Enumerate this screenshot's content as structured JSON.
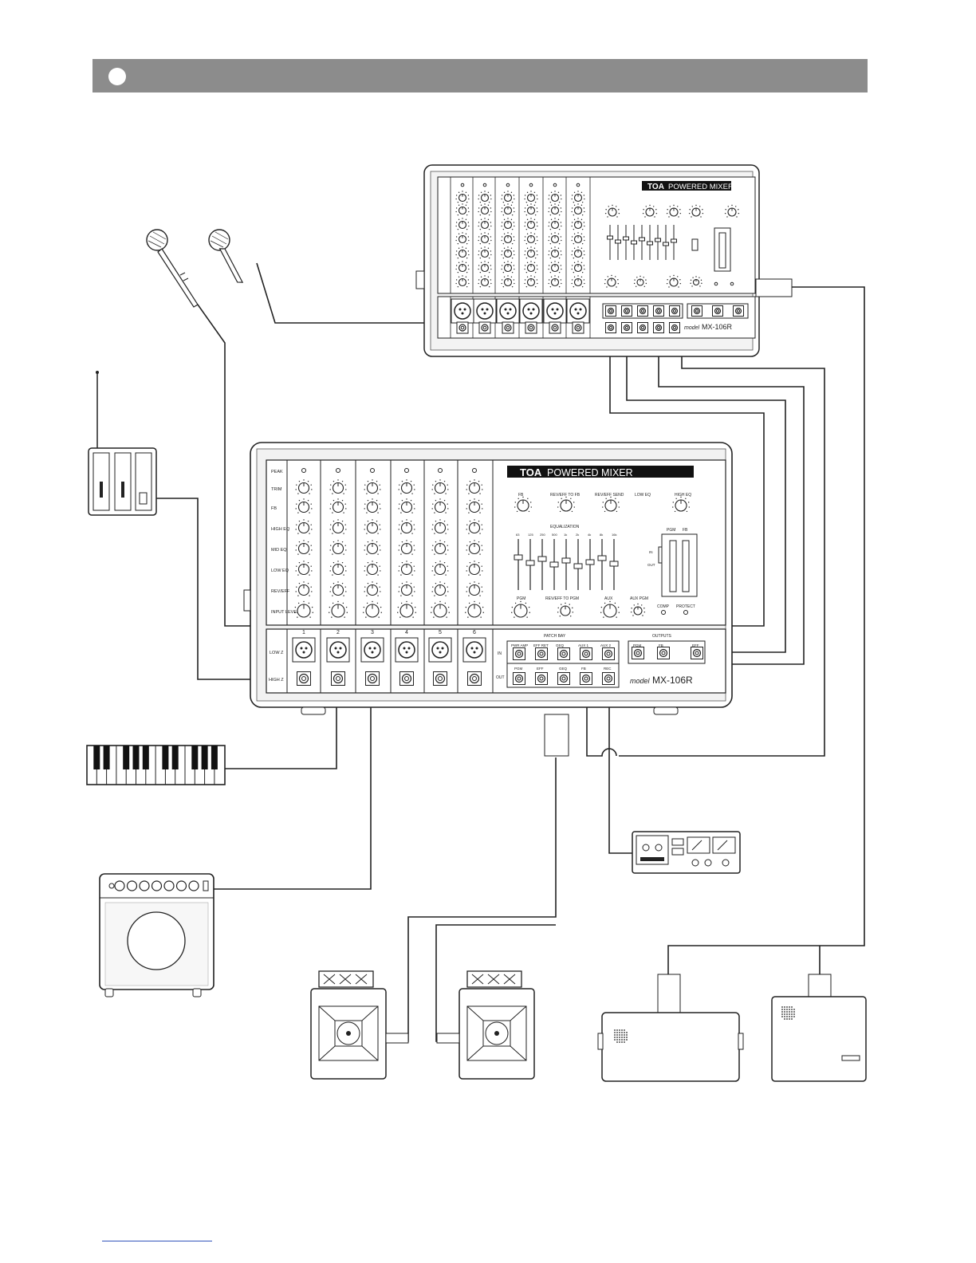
{
  "mixer_top": {
    "brand": "TOA",
    "title": "POWERED MIXER",
    "model_prefix": "model",
    "model": "MX-106R"
  },
  "mixer_main": {
    "brand": "TOA",
    "title": "POWERED MIXER",
    "model_prefix": "model",
    "model": "MX-106R",
    "row_labels": [
      "PEAK",
      "TRIM",
      "FB",
      "HIGH EQ",
      "MID EQ",
      "LOW EQ",
      "REV/EFF",
      "INPUT LEVEL"
    ],
    "channels": [
      "1",
      "2",
      "3",
      "4",
      "5",
      "6"
    ],
    "input_labels": [
      "LOW Z",
      "HIGH Z"
    ],
    "master_labels": [
      "FB",
      "REV/EFF TO FB",
      "REV/EFF SEND",
      "LOW EQ",
      "HIGH EQ",
      "EQUALIZATION",
      "PGM",
      "REV/EFF TO PGM",
      "AUX",
      "AUX PGM",
      "COMP",
      "PROTECT",
      "PGM",
      "FB"
    ],
    "eq_bands": [
      "63",
      "125",
      "250",
      "500",
      "1k",
      "2k",
      "4k",
      "8k",
      "16k"
    ],
    "eq_switch": [
      "IN",
      "OUT"
    ],
    "patch_bay_title": "PATCH BAY",
    "patch_in_label": "IN",
    "patch_out_label": "OUT",
    "patch_in": [
      "PWR AMP",
      "EFF RET",
      "GEQ",
      "AUX 1",
      "AUX 2"
    ],
    "patch_out": [
      "PGM",
      "EFF",
      "GEQ",
      "FB",
      "REC"
    ],
    "output_title": "OUTPUTS",
    "outputs": [
      "PGM",
      "FB",
      "EFF"
    ]
  }
}
